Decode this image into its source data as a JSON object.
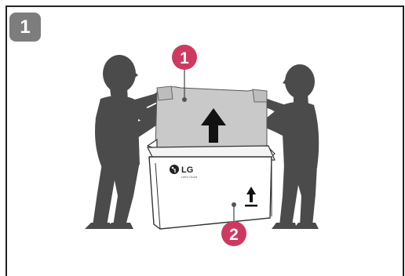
{
  "step": {
    "number": "1"
  },
  "callouts": [
    {
      "id": "tv",
      "label": "1"
    },
    {
      "id": "box",
      "label": "2"
    }
  ],
  "box": {
    "brand": "LG",
    "tagline": "Life's Good"
  },
  "colors": {
    "figure": "#4b4b4b",
    "tv_panel": "#c9c9c9",
    "box_fill": "#ffffff",
    "callout": "#cc3b5f",
    "badge": "#7d7d7d",
    "frame": "#222222",
    "arrow": "#111111"
  }
}
